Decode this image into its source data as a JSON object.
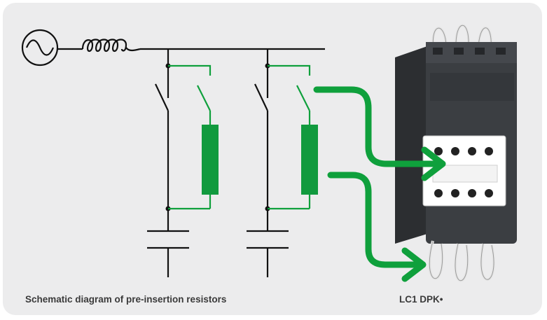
{
  "captions": {
    "schematic": "Schematic diagram of pre-insertion resistors",
    "product": "LC1 DPK•"
  },
  "colors": {
    "background": "#ececed",
    "line": "#111111",
    "accent_green": "#0fa03c",
    "resistor_green": "#119a3e",
    "contactor_body": "#3a3d40",
    "contactor_front": "#ffffff"
  },
  "icons": {
    "source": "ac-source-icon",
    "inductor": "inductor-icon",
    "switch": "switch-icon",
    "resistor": "resistor-icon",
    "capacitor": "capacitor-icon",
    "arrow": "arrow-icon",
    "product": "contactor-photo"
  }
}
